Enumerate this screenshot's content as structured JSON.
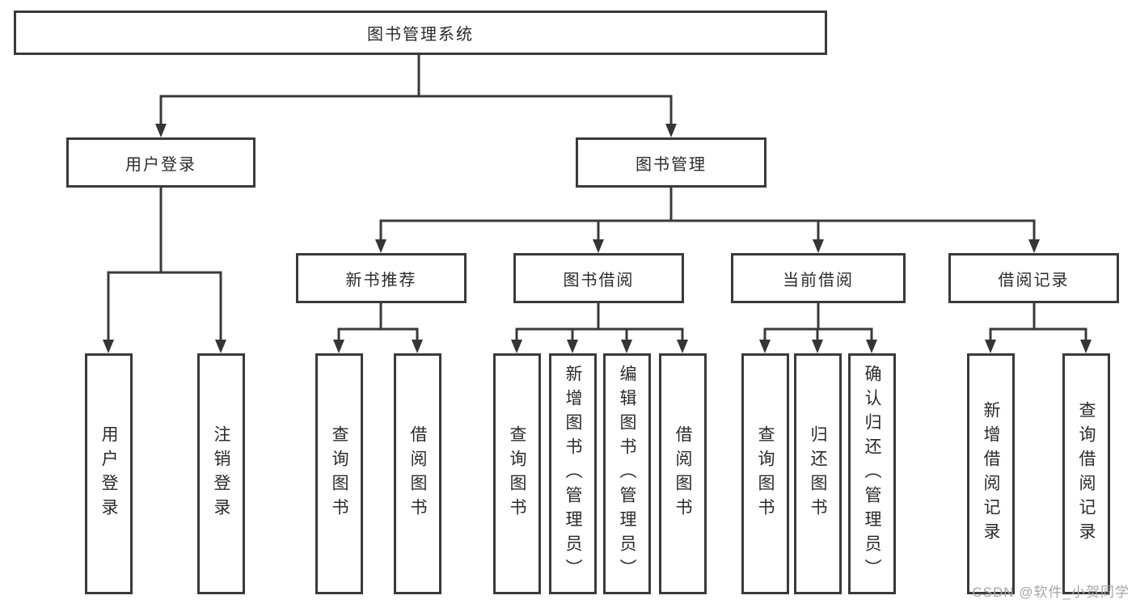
{
  "diagram": {
    "root": {
      "label": "图书管理系统"
    },
    "branches": [
      {
        "label": "用户登录",
        "children": [
          {
            "label": "用户登录"
          },
          {
            "label": "注销登录"
          }
        ]
      },
      {
        "label": "图书管理",
        "children": [
          {
            "label": "新书推荐",
            "children": [
              {
                "label": "查询图书"
              },
              {
                "label": "借阅图书"
              }
            ]
          },
          {
            "label": "图书借阅",
            "children": [
              {
                "label": "查询图书"
              },
              {
                "label": "新增图书（管理员）"
              },
              {
                "label": "编辑图书（管理员）"
              },
              {
                "label": "借阅图书"
              }
            ]
          },
          {
            "label": "当前借阅",
            "children": [
              {
                "label": "查询图书"
              },
              {
                "label": "归还图书"
              },
              {
                "label": "确认归还（管理员）"
              }
            ]
          },
          {
            "label": "借阅记录",
            "children": [
              {
                "label": "新增借阅记录"
              },
              {
                "label": "查询借阅记录"
              }
            ]
          }
        ]
      }
    ],
    "watermark": "CSDN @软件_小贺同学",
    "colors": {
      "line": "#3a3a3a",
      "text": "#2b2b2b",
      "watermark": "#a6a6a6"
    }
  }
}
